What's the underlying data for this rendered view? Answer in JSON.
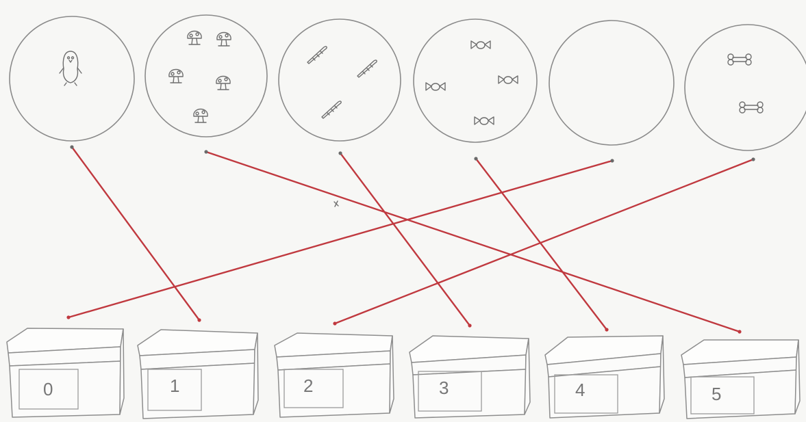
{
  "exercise": {
    "groups": [
      {
        "id": "group-a",
        "picture": "penguin-icon",
        "count": 1
      },
      {
        "id": "group-b",
        "picture": "mushroom-icon",
        "count": 5
      },
      {
        "id": "group-c",
        "picture": "carrot-icon",
        "count": 3
      },
      {
        "id": "group-d",
        "picture": "candy-icon",
        "count": 4
      },
      {
        "id": "group-e",
        "picture": "none",
        "count": 0
      },
      {
        "id": "group-f",
        "picture": "bone-icon",
        "count": 2
      }
    ],
    "boxes": [
      {
        "label": "0"
      },
      {
        "label": "1"
      },
      {
        "label": "2"
      },
      {
        "label": "3"
      },
      {
        "label": "4"
      },
      {
        "label": "5"
      }
    ],
    "matches": [
      {
        "from_group": 0,
        "to_box": 1
      },
      {
        "from_group": 1,
        "to_box": 5
      },
      {
        "from_group": 2,
        "to_box": 3
      },
      {
        "from_group": 3,
        "to_box": 4
      },
      {
        "from_group": 4,
        "to_box": 0
      },
      {
        "from_group": 5,
        "to_box": 2
      }
    ],
    "line_color": "#c0393f"
  }
}
